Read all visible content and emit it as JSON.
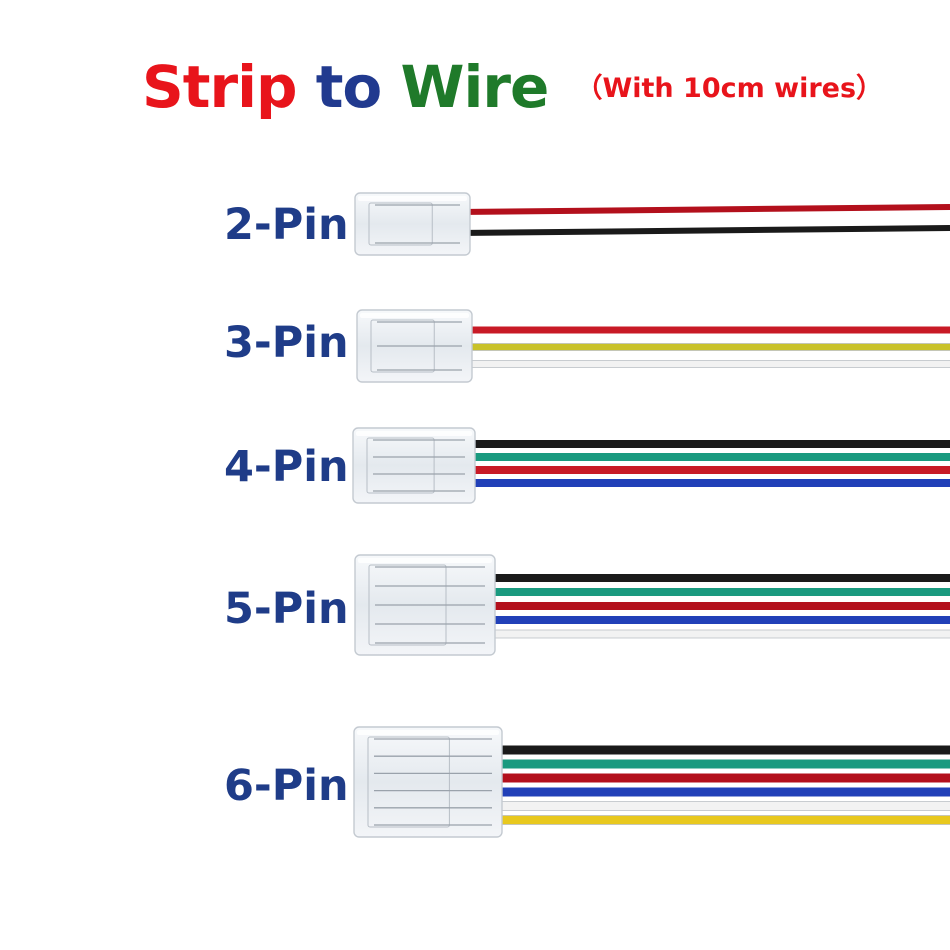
{
  "title": {
    "word1": "Strip",
    "word2": "to",
    "word3": "Wire",
    "note": "（With 10cm wires）",
    "colors": {
      "word1": "#e8141b",
      "word2": "#213a8f",
      "word3": "#1f7a2a",
      "note": "#e8141b"
    }
  },
  "label_color": "#1f3c88",
  "connectors": [
    {
      "label": "2-Pin",
      "wires": [
        "#b3101c",
        "#1a1a1a"
      ]
    },
    {
      "label": "3-Pin",
      "wires": [
        "#c81a26",
        "#c9c22a",
        "#f2f2f2"
      ]
    },
    {
      "label": "4-Pin",
      "wires": [
        "#1a1a1a",
        "#1a9a7f",
        "#c81a26",
        "#2140b8"
      ]
    },
    {
      "label": "5-Pin",
      "wires": [
        "#1a1a1a",
        "#1a9a7f",
        "#b3101c",
        "#2140b8",
        "#f2f2f2"
      ]
    },
    {
      "label": "6-Pin",
      "wires": [
        "#1a1a1a",
        "#1a9a7f",
        "#b3101c",
        "#2140b8",
        "#f2f2f2",
        "#e8c81e"
      ]
    }
  ]
}
